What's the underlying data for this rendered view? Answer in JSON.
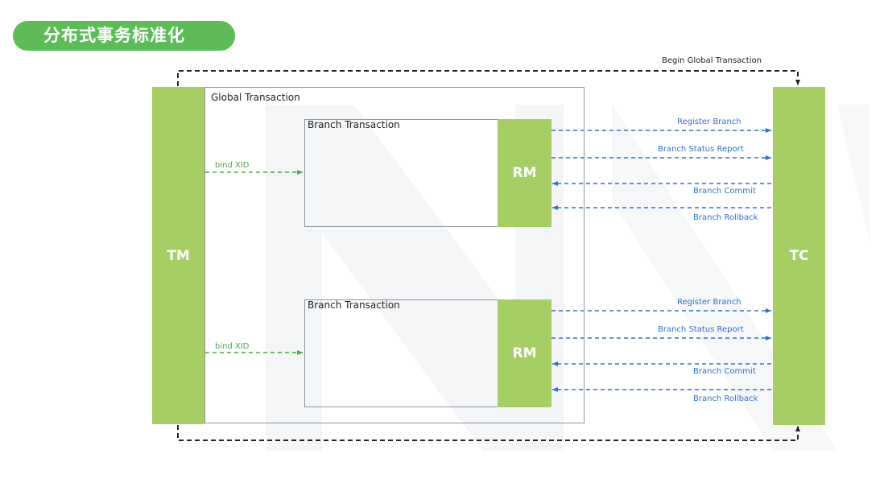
{
  "header": {
    "title": "分布式事务标准化"
  },
  "diagram": {
    "top_loop_label": "Begin Global Transaction",
    "tm_label": "TM",
    "tc_label": "TC",
    "global_label": "Global Transaction",
    "branches": [
      {
        "box_label": "Branch Transaction",
        "rm_label": "RM",
        "bind_label": "bind XID",
        "arrows": [
          "Register Branch",
          "Branch Status Report",
          "Branch Commit",
          "Branch Rollback"
        ]
      },
      {
        "box_label": "Branch Transaction",
        "rm_label": "RM",
        "bind_label": "bind XID",
        "arrows": [
          "Register Branch",
          "Branch Status Report",
          "Branch Commit",
          "Branch Rollback"
        ]
      }
    ]
  },
  "colors": {
    "accent_green": "#5dbb58",
    "block_green": "#a6ce64",
    "arrow_blue": "#2f70c8"
  }
}
